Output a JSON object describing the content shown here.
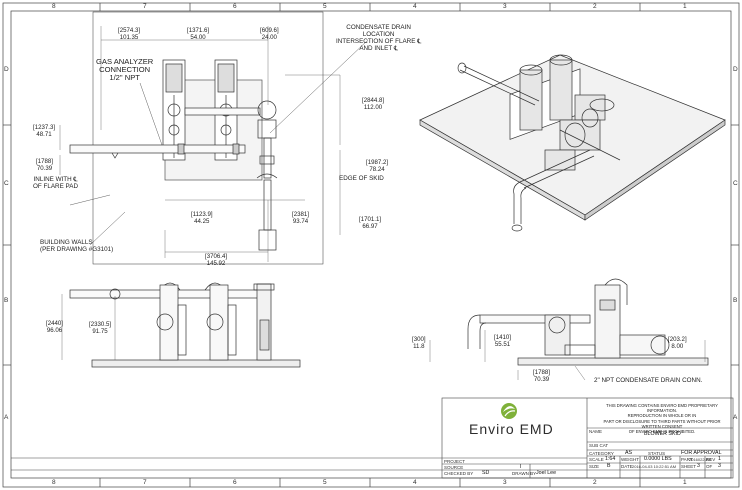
{
  "zones": {
    "top": [
      "8",
      "7",
      "6",
      "5",
      "4",
      "3",
      "2",
      "1"
    ],
    "bottom": [
      "8",
      "7",
      "6",
      "5",
      "4",
      "3",
      "2",
      "1"
    ],
    "left": [
      "D",
      "C",
      "B",
      "A"
    ],
    "right": [
      "D",
      "C",
      "B",
      "A"
    ]
  },
  "labels": {
    "gas_analyzer": [
      "GAS ANALYZER",
      "CONNECTION",
      "1/2\" NPT"
    ],
    "condensate_location": [
      "CONDENSATE DRAIN",
      "LOCATION",
      "INTERSECTION OF FLARE ℄",
      "AND INLET ℄"
    ],
    "inline_flare": [
      "INLINE WITH ℄",
      "OF FLARE PAD"
    ],
    "building_walls": [
      "BUILDING WALLS",
      "(PER DRAWING #G3101)"
    ],
    "edge_of_skid": "EDGE OF SKID",
    "npt_condensate": "2\" NPT CONDENSATE DRAIN CONN."
  },
  "dims": {
    "d2574": [
      "[2574.3]",
      "101.35"
    ],
    "d1371": [
      "[1371.6]",
      "54.00"
    ],
    "d609": [
      "[609.6]",
      "24.00"
    ],
    "d2844": [
      "[2844.8]",
      "112.00"
    ],
    "d1237": [
      "[1237.3]",
      "48.71"
    ],
    "d1788a": [
      "[1788]",
      "70.39"
    ],
    "d1987": [
      "[1987.2]",
      "78.24"
    ],
    "d1123": [
      "[1123.9]",
      "44.25"
    ],
    "d2381": [
      "[2381]",
      "93.74"
    ],
    "d1701": [
      "[1701.1]",
      "66.97"
    ],
    "d3706": [
      "[3706.4]",
      "145.92"
    ],
    "d2440": [
      "[2440]",
      "96.06"
    ],
    "d2330": [
      "[2330.5]",
      "91.75"
    ],
    "d300": [
      "[300]",
      "11.8"
    ],
    "d1410": [
      "[1410]",
      "55.51"
    ],
    "d203": [
      "[203.2]",
      "8.00"
    ],
    "d1788b": [
      "[1788]",
      "70.39"
    ]
  },
  "title_block": {
    "company": "Enviro EMD",
    "proprietary": [
      "THIS DRAWING CONTAINS ENVIRO EMD PROPRIETARY INFORMATION.",
      "REPRODUCTION IN WHOLE OR IN",
      "PART OR DISCLOSURE TO THIRD PARTS WITHOUT PRIOR WRITTEN CONSENT",
      "OF ENVIRO EMD IS PROHIBITED."
    ],
    "name_label": "NAME",
    "name_value": "BLOWER SKID",
    "subcat_label": "SUB CAT",
    "category_label": "CATEGORY",
    "category_value": "AS",
    "status_label": "STATUS",
    "status_value": "FOR APPROVAL",
    "project_label": "PROJECT",
    "source_label": "SOURCE",
    "source_value": "I",
    "scale_label": "SCALE",
    "scale_value": "1:64",
    "weight_label": "WEIGHT",
    "weight_value": "0.0000 LBS",
    "part_label": "PART",
    "part_value": "2016022-BS",
    "rev_label": "REV",
    "rev_value": "1",
    "size_label": "SIZE",
    "size_value": "B",
    "date_label": "DATE",
    "date_value": "2016-04-03 10:22:51 AM",
    "sheet_label": "SHEET",
    "sheet_value": "3",
    "of_label": "OF",
    "of_value": "3",
    "checked_label": "CHECKED BY",
    "checked_value": "SD",
    "drawn_label": "DRAWN BY",
    "drawn_value": "Joel Lee"
  }
}
